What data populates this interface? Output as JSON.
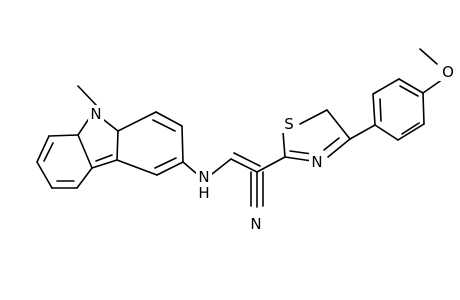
{
  "atoms": {
    "n_carbazole": "N",
    "n_amine": "N",
    "h_amine": "H",
    "s_thiazole": "S",
    "n_thiazole": "N",
    "n_nitrile": "N",
    "o_methoxy": "O"
  },
  "colors": {
    "bond": "#000000",
    "background": "#ffffff"
  }
}
